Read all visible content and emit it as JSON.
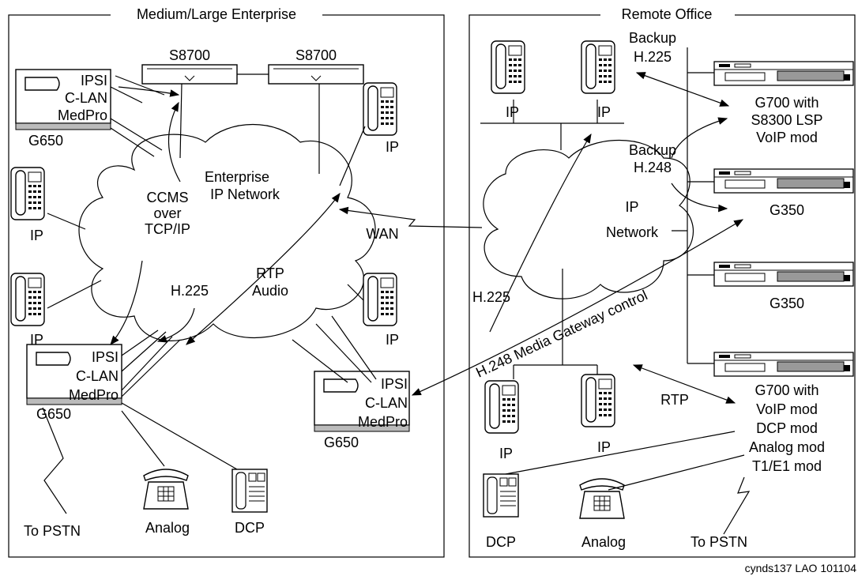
{
  "enterprise": {
    "title": "Medium/Large Enterprise",
    "servers": [
      "S8700",
      "S8700"
    ],
    "gateway_top": {
      "labels": [
        "IPSI",
        "C-LAN",
        "MedPro"
      ],
      "name": "G650"
    },
    "gateway_left": {
      "labels": [
        "IPSI",
        "C-LAN",
        "MedPro"
      ],
      "name": "G650"
    },
    "gateway_mid": {
      "labels": [
        "IPSI",
        "C-LAN",
        "MedPro"
      ],
      "name": "G650"
    },
    "cloud": {
      "line1": "Enterprise",
      "line2": "IP Network"
    },
    "ccms": {
      "l1": "CCMS",
      "l2": "over",
      "l3": "TCP/IP"
    },
    "rtp": {
      "l1": "RTP",
      "l2": "Audio"
    },
    "h225": "H.225",
    "ip_labels": {
      "left1": "IP",
      "left2": "IP",
      "right1": "IP",
      "right2": "IP"
    },
    "analog": "Analog",
    "dcp": "DCP",
    "pstn": "To PSTN"
  },
  "wan": "WAN",
  "remote": {
    "title": "Remote Office",
    "backup225": {
      "l1": "Backup",
      "l2": "H.225"
    },
    "backup248": {
      "l1": "Backup",
      "l2": "H.248"
    },
    "cloud": {
      "line1": "IP",
      "line2": "Network"
    },
    "h225": "H.225",
    "h248": "H.248 Media Gateway control",
    "rtp": "RTP",
    "ip_labels": {
      "top1": "IP",
      "top2": "IP",
      "bot1": "IP",
      "bot2": "IP"
    },
    "g700a": {
      "l1": "G700 with",
      "l2": "S8300 LSP",
      "l3": "VoIP mod"
    },
    "g350a": "G350",
    "g350b": "G350",
    "g700b": {
      "l1": "G700 with",
      "l2": "VoIP mod",
      "l3": "DCP mod",
      "l4": "Analog mod",
      "l5": "T1/E1 mod"
    },
    "dcp": "DCP",
    "analog": "Analog",
    "pstn": "To PSTN"
  },
  "credit": "cynds137 LAO 101104"
}
